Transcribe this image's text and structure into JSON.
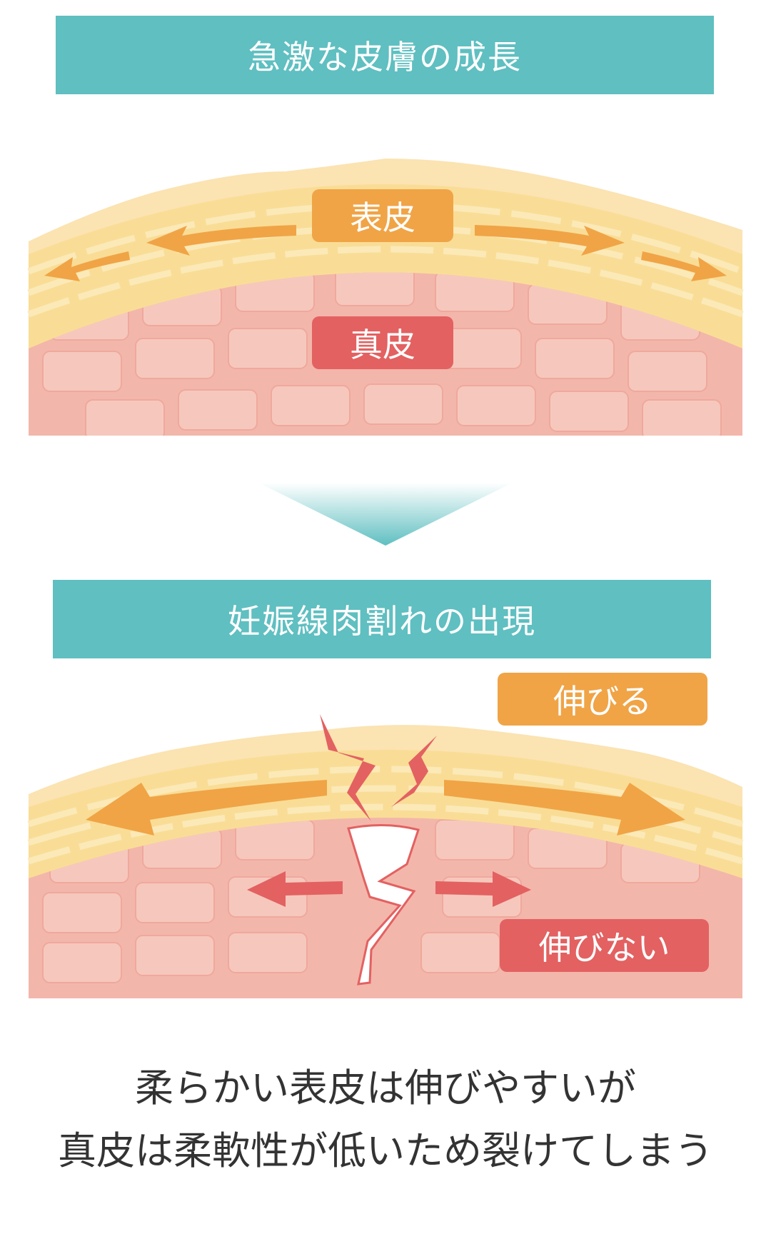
{
  "top_panel": {
    "title": "急激な皮膚の成長",
    "epidermis_label": "表皮",
    "dermis_label": "真皮"
  },
  "bottom_panel": {
    "title": "妊娠線肉割れの出現",
    "stretch_label": "伸びる",
    "no_stretch_label": "伸びない"
  },
  "caption": {
    "line1": "柔らかい表皮は伸びやすいが",
    "line2": "真皮は柔軟性が低いため裂けてしまう"
  },
  "colors": {
    "banner": "#5fbfc1",
    "epidermis": "#f9dd96",
    "dermis": "#f3b6ab",
    "arrow_orange": "#f0a446",
    "arrow_red": "#e36161"
  }
}
